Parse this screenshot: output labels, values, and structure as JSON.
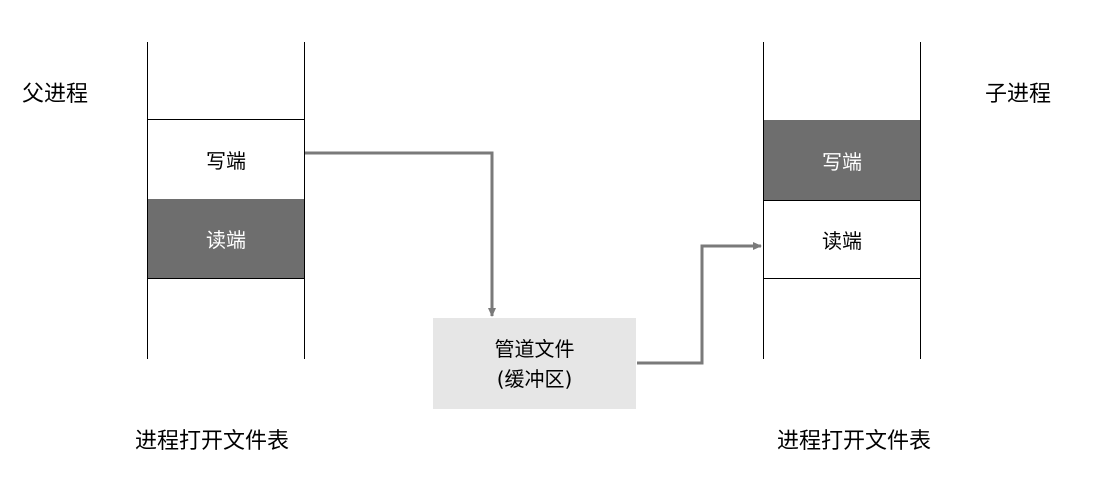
{
  "parent": {
    "title": "父进程",
    "table_caption": "进程打开文件表",
    "write_end": "写端",
    "read_end": "读端"
  },
  "child": {
    "title": "子进程",
    "table_caption": "进程打开文件表",
    "write_end": "写端",
    "read_end": "读端"
  },
  "pipe": {
    "line1": "管道文件",
    "line2": "(缓冲区)"
  },
  "colors": {
    "active_cell": "#ffffff",
    "closed_cell": "#6e6e6e",
    "pipe_fill": "#e6e6e6",
    "arrow": "#7a7a7a"
  }
}
